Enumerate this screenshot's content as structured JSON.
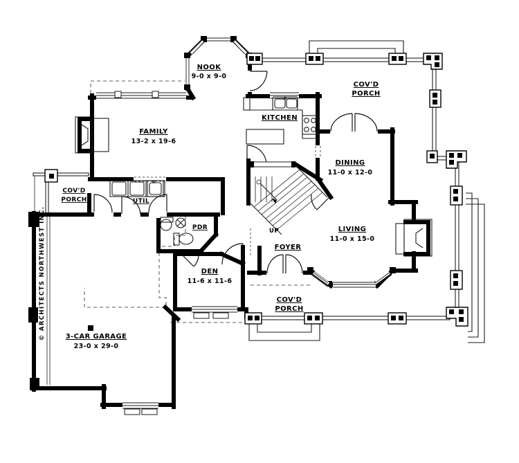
{
  "plan": {
    "rooms": {
      "nook": {
        "name": "NOOK",
        "dims": "9-0 x 9-0"
      },
      "kitchen": {
        "name": "KITCHEN"
      },
      "family": {
        "name": "FAMILY",
        "dims": "13-2 x 19-6"
      },
      "dining": {
        "name": "DINING",
        "dims": "11-0 x 12-0"
      },
      "living": {
        "name": "LIVING",
        "dims": "11-0 x 15-0"
      },
      "den": {
        "name": "DEN",
        "dims": "11-6 x 11-6"
      },
      "foyer": {
        "name": "FOYER"
      },
      "util": {
        "name": "UTIL"
      },
      "pdr": {
        "name": "PDR"
      },
      "garage": {
        "name": "3-CAR GARAGE",
        "dims": "23-0 x 29-0"
      }
    },
    "porches": {
      "top": {
        "line1": "COV'D",
        "line2": "PORCH"
      },
      "left": {
        "line1": "COV'D",
        "line2": "PORCH"
      },
      "bottom": {
        "line1": "COV'D",
        "line2": "PORCH"
      }
    },
    "stairs": {
      "direction": "UP"
    },
    "copyright": "© ARCHITECTS NORTHWEST INC.",
    "colors": {
      "ink": "#000000",
      "paper": "#ffffff",
      "overhang_dash": "#7a7a7a"
    }
  }
}
